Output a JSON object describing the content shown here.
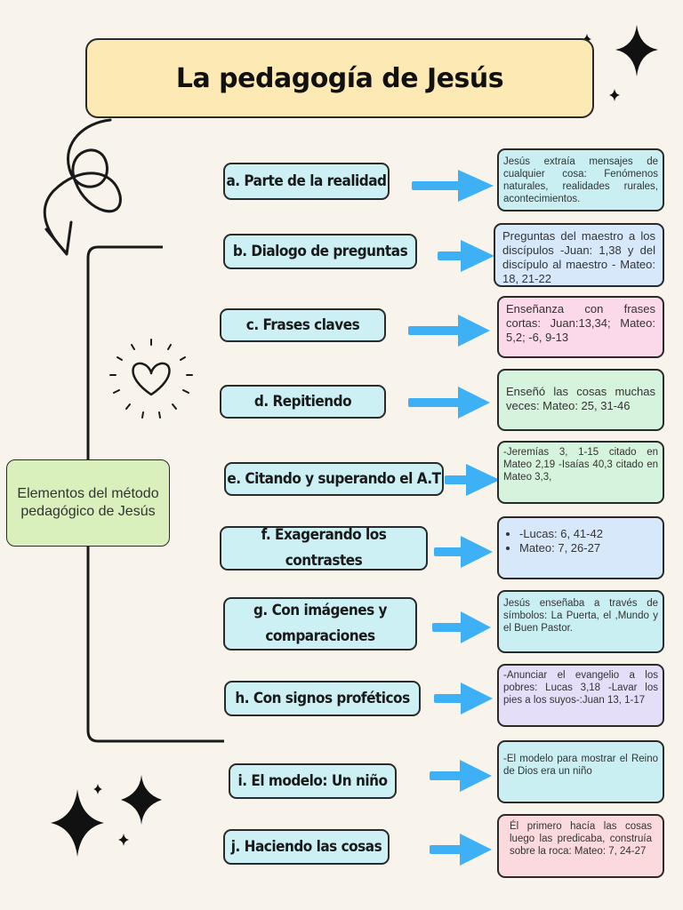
{
  "title": "La pedagogía de Jesús",
  "main_node": "Elementos del método pedagógico de Jesús",
  "items": [
    {
      "label": "a. Parte de la realidad",
      "note": "Jesús extraía mensajes de cualquier cosa: Fenómenos naturales, realidades rurales, acontecimientos.",
      "color": "#c9eff2"
    },
    {
      "label": "b. Dialogo de preguntas",
      "note": "Preguntas del maestro a los discípulos -Juan: 1,38 y del discípulo al maestro - Mateo: 18, 21-22",
      "color": "#d8e8fb"
    },
    {
      "label": "c. Frases claves",
      "note": "Enseñanza con frases cortas: Juan:13,34; Mateo: 5,2; -6, 9-13",
      "color": "#fbd9ea"
    },
    {
      "label": "d. Repitiendo",
      "note": "Enseñó las cosas muchas veces: Mateo: 25, 31-46",
      "color": "#d6f3de"
    },
    {
      "label": "e. Citando y superando el A.T",
      "note": "-Jeremías 3, 1-15 citado en Mateo 2,19 -Isaías 40,3 citado en Mateo 3,3,",
      "color": "#d6f3de"
    },
    {
      "label": "f. Exagerando los contrastes",
      "bullets": [
        "-Lucas: 6, 41-42",
        "Mateo: 7, 26-27"
      ],
      "color": "#d8e8fb"
    },
    {
      "label": "g. Con imágenes y comparaciones",
      "note": "Jesús enseñaba a través de símbolos: La Puerta, el ,Mundo y el Buen Pastor.",
      "color": "#c9eff2"
    },
    {
      "label": "h. Con signos proféticos",
      "note": "-Anunciar el evangelio a los pobres: Lucas 3,18 -Lavar los pies a los suyos-:Juan 13, 1-17",
      "color": "#e4def9"
    },
    {
      "label": "i. El modelo: Un niño",
      "note": "-El modelo para mostrar el Reino de Dios era un niño",
      "color": "#c9eff2"
    },
    {
      "label": "j. Haciendo las cosas",
      "note": "Él primero hacía las cosas luego las predicaba, construía sobre la roca: Mateo: 7, 24-27",
      "color": "#fbd9dc"
    }
  ],
  "arrow_color": "#3eb0f5"
}
